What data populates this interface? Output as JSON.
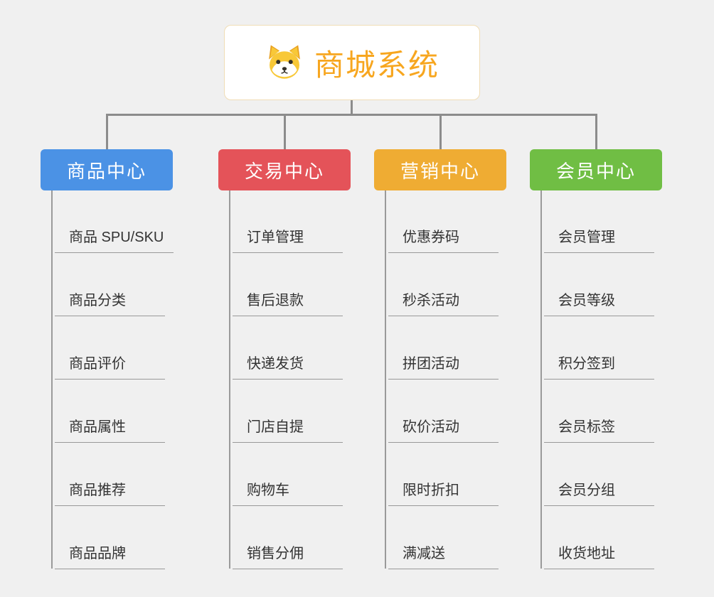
{
  "root": {
    "title": "商城系统",
    "icon": "dog-icon",
    "title_color": "#f7a61f"
  },
  "columns": [
    {
      "title": "商品中心",
      "color": "#4b92e5",
      "items": [
        "商品 SPU/SKU",
        "商品分类",
        "商品评价",
        "商品属性",
        "商品推荐",
        "商品品牌"
      ]
    },
    {
      "title": "交易中心",
      "color": "#e45359",
      "items": [
        "订单管理",
        "售后退款",
        "快递发货",
        "门店自提",
        "购物车",
        "销售分佣"
      ]
    },
    {
      "title": "营销中心",
      "color": "#efac33",
      "items": [
        "优惠券码",
        "秒杀活动",
        "拼团活动",
        "砍价活动",
        "限时折扣",
        "满减送"
      ]
    },
    {
      "title": "会员中心",
      "color": "#70be44",
      "items": [
        "会员管理",
        "会员等级",
        "积分签到",
        "会员标签",
        "会员分组",
        "收货地址"
      ]
    }
  ]
}
